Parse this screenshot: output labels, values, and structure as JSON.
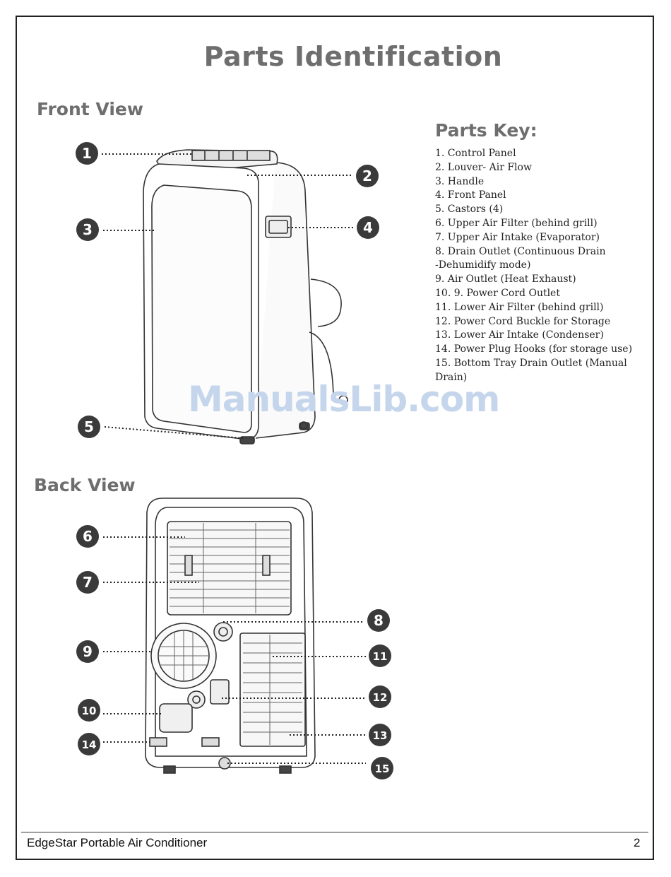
{
  "page": {
    "title": "Parts Identification",
    "front_view_heading": "Front View",
    "back_view_heading": "Back View",
    "watermark": "ManualsLib.com"
  },
  "parts_key": {
    "heading": "Parts Key:",
    "items": [
      "1. Control Panel",
      "2. Louver- Air Flow",
      "3. Handle",
      "4. Front Panel",
      "5. Castors (4)",
      "6. Upper Air Filter (behind grill)",
      "7. Upper Air Intake (Evaporator)",
      "8. Drain Outlet (Continuous Drain",
      "-Dehumidify mode)",
      "9. Air Outlet (Heat Exhaust)",
      "10. 9. Power Cord Outlet",
      "11. Lower Air Filter (behind grill)",
      "12. Power Cord Buckle for Storage",
      "13. Lower Air Intake (Condenser)",
      "14. Power Plug Hooks (for storage use)",
      "15. Bottom Tray Drain Outlet (Manual",
      "Drain)"
    ]
  },
  "callouts": {
    "c1": "1",
    "c2": "2",
    "c3": "3",
    "c4": "4",
    "c5": "5",
    "c6": "6",
    "c7": "7",
    "c8": "8",
    "c9": "9",
    "c10": "10",
    "c11": "11",
    "c12": "12",
    "c13": "13",
    "c14": "14",
    "c15": "15"
  },
  "footer": {
    "product": "EdgeStar Portable Air Conditioner",
    "page_number": "2"
  }
}
